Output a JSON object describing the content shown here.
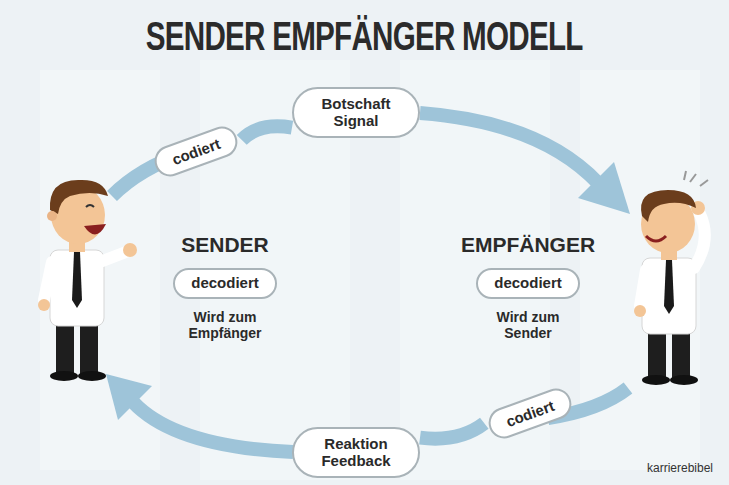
{
  "diagram": {
    "title": "SENDER EMPFÄNGER MODELL",
    "nodes": [
      {
        "text": [
          "Botschaft Signal"
        ]
      },
      {
        "text": [
          "codiert"
        ]
      },
      {
        "text": [
          "decodiert"
        ]
      },
      {
        "text": [
          "decodiert"
        ]
      },
      {
        "text": [
          "codiert"
        ]
      },
      {
        "text": [
          "Reaktion Feedback"
        ]
      }
    ],
    "edges": [
      {
        "from": 1,
        "to": 0,
        "arrow": "none"
      },
      {
        "from": 4,
        "to": 5,
        "arrow": "none"
      }
    ],
    "labels": [
      "SENDER",
      "Wird zum Empfänger",
      "EMPFÄNGER",
      "Wird zum Sender",
      "karrierebibel"
    ]
  }
}
